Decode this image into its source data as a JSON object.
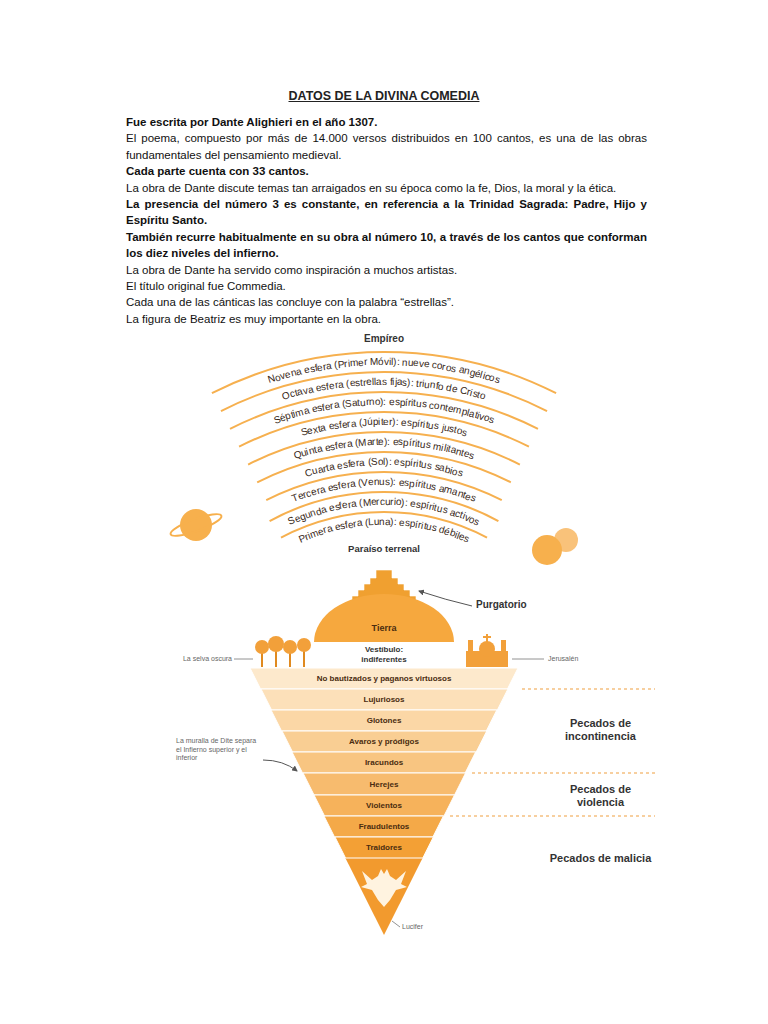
{
  "diagram": {
    "title": "DATOS DE LA DIVINA COMEDIA",
    "nodes": [
      {
        "text": [
          "Tierra"
        ]
      },
      {
        "text": [
          "No bautizados y paganos virtuosos"
        ]
      },
      {
        "text": [
          "Lujuriosos"
        ]
      },
      {
        "text": [
          "Glotones"
        ]
      },
      {
        "text": [
          "Avaros y pródigos"
        ]
      },
      {
        "text": [
          "Iracundos"
        ]
      },
      {
        "text": [
          "Herejes"
        ]
      },
      {
        "text": [
          "Violentos"
        ]
      },
      {
        "text": [
          "Fraudulentos"
        ]
      },
      {
        "text": [
          "Traidores"
        ]
      }
    ],
    "labels": [
      "Fue escrita por Dante Alighieri en el año 1307.",
      "El poema, compuesto por más de 14.000 versos distribuidos en 100 cantos, es una de las obras fundamentales del pensamiento medieval.",
      "Cada parte cuenta con 33 cantos.",
      "La obra de Dante discute temas tan arraigados en su época como la fe, Dios, la moral y la ética.",
      "La presencia del número 3 es constante, en referencia a la Trinidad Sagrada: Padre, Hijo y Espíritu Santo.",
      "También recurre habitualmente en su obra al número 10, a través de los cantos que conforman los diez niveles del infierno.",
      "La obra de Dante ha servido como inspiración a muchos artistas.",
      "El título original fue Commedia.",
      "Cada una de las cánticas las concluye con la palabra “estrellas”.",
      "La figura de Beatriz es muy importante en la obra.",
      "Empíreo",
      "Novena esfera (Primer Móvil): nueve coros angélicos",
      "Octava esfera (estrellas fijas): triunfo de Cristo",
      "Séptima esfera (Saturno): espíritus contemplativos",
      "Sexta esfera (Júpiter): espíritus justos",
      "Quinta esfera (Marte): espíritus militantes",
      "Cuarta esfera (Sol): espíritus sabios",
      "Tercera esfera (Venus): espíritus amantes",
      "Segunda esfera (Mercurio): espíritus activos",
      "Primera esfera (Luna): espíritus débiles",
      "Paraíso terrenal",
      "Purgatorio",
      "La selva oscura",
      "Vestíbulo: indiferentes",
      "Jerusalén",
      "La muralla de Dite separa el Infierno superior y el inferior",
      "Pecados de incontinencia",
      "Pecados de violencia",
      "Pecados de malicia",
      "Lucifer"
    ]
  }
}
